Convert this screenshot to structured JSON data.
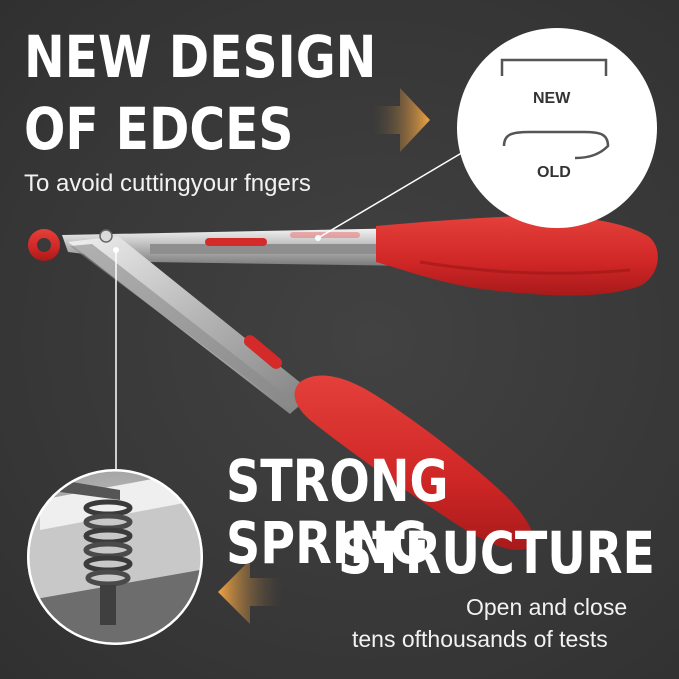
{
  "headline_top": {
    "line1": "NEW DESIGN",
    "line2": "OF EDCES"
  },
  "subtitle_top": "To avoid cuttingyour fngers",
  "inset_edges": {
    "new_label": "NEW",
    "old_label": "OLD"
  },
  "headline_bottom": {
    "line1": "STRONG SPRING",
    "line2": "STRUCTURE"
  },
  "subtitle_bottom": {
    "line1": "Open and close",
    "line2": "tens ofthousands of tests"
  },
  "colors": {
    "silicone_red": "#d42a2a",
    "arrow_orange": "#f0a040",
    "text": "#ffffff",
    "background": "#393939"
  },
  "icons": {
    "arrow_top": "arrow-right-icon",
    "arrow_bottom": "arrow-left-icon"
  }
}
